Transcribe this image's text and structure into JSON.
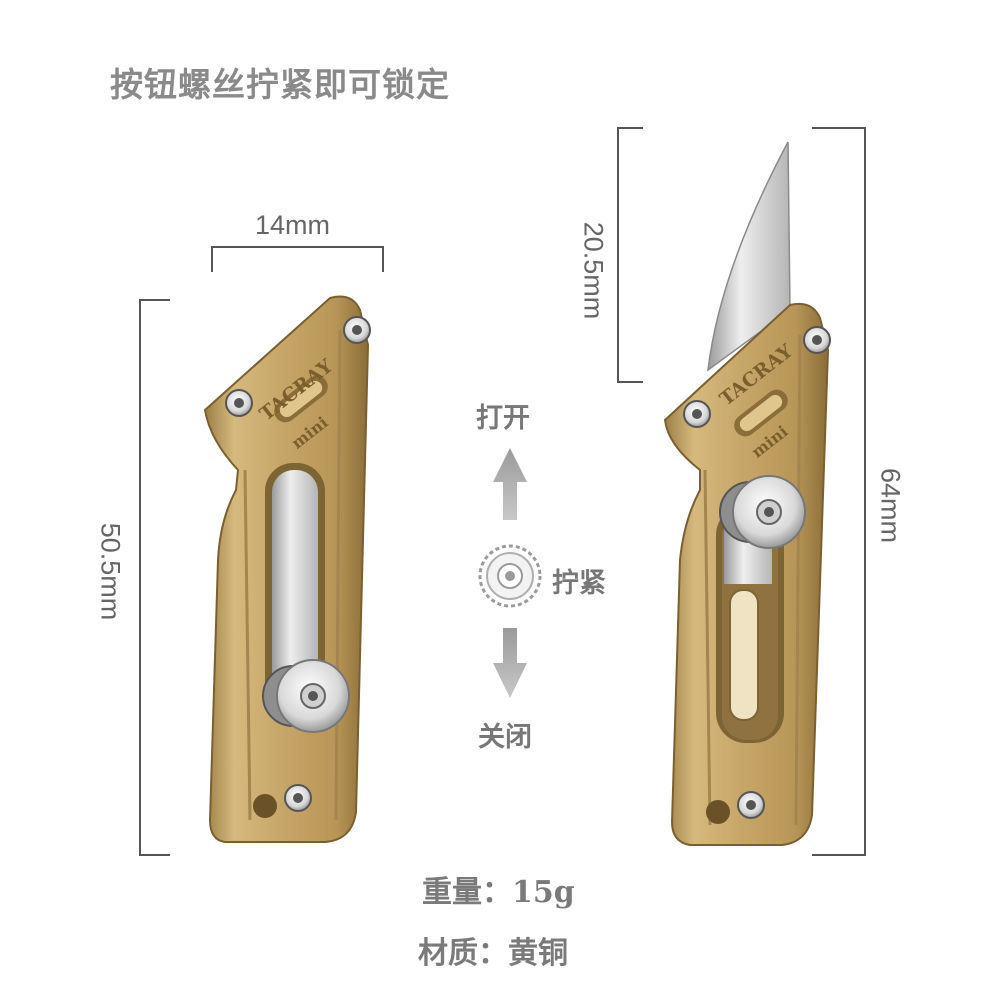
{
  "title": "按钮螺丝拧紧即可锁定",
  "dimensions": {
    "width_top": "14mm",
    "height_left": "50.5mm",
    "blade_height": "20.5mm",
    "height_right": "64mm"
  },
  "instructions": {
    "open": "打开",
    "tighten": "拧紧",
    "close": "关闭"
  },
  "engraving": {
    "brand": "TACRAY",
    "model": "mini"
  },
  "specs": {
    "weight": "重量：15g",
    "material": "材质：黄铜"
  },
  "colors": {
    "brass": "#c9a96a",
    "text_gray": "#777777"
  }
}
